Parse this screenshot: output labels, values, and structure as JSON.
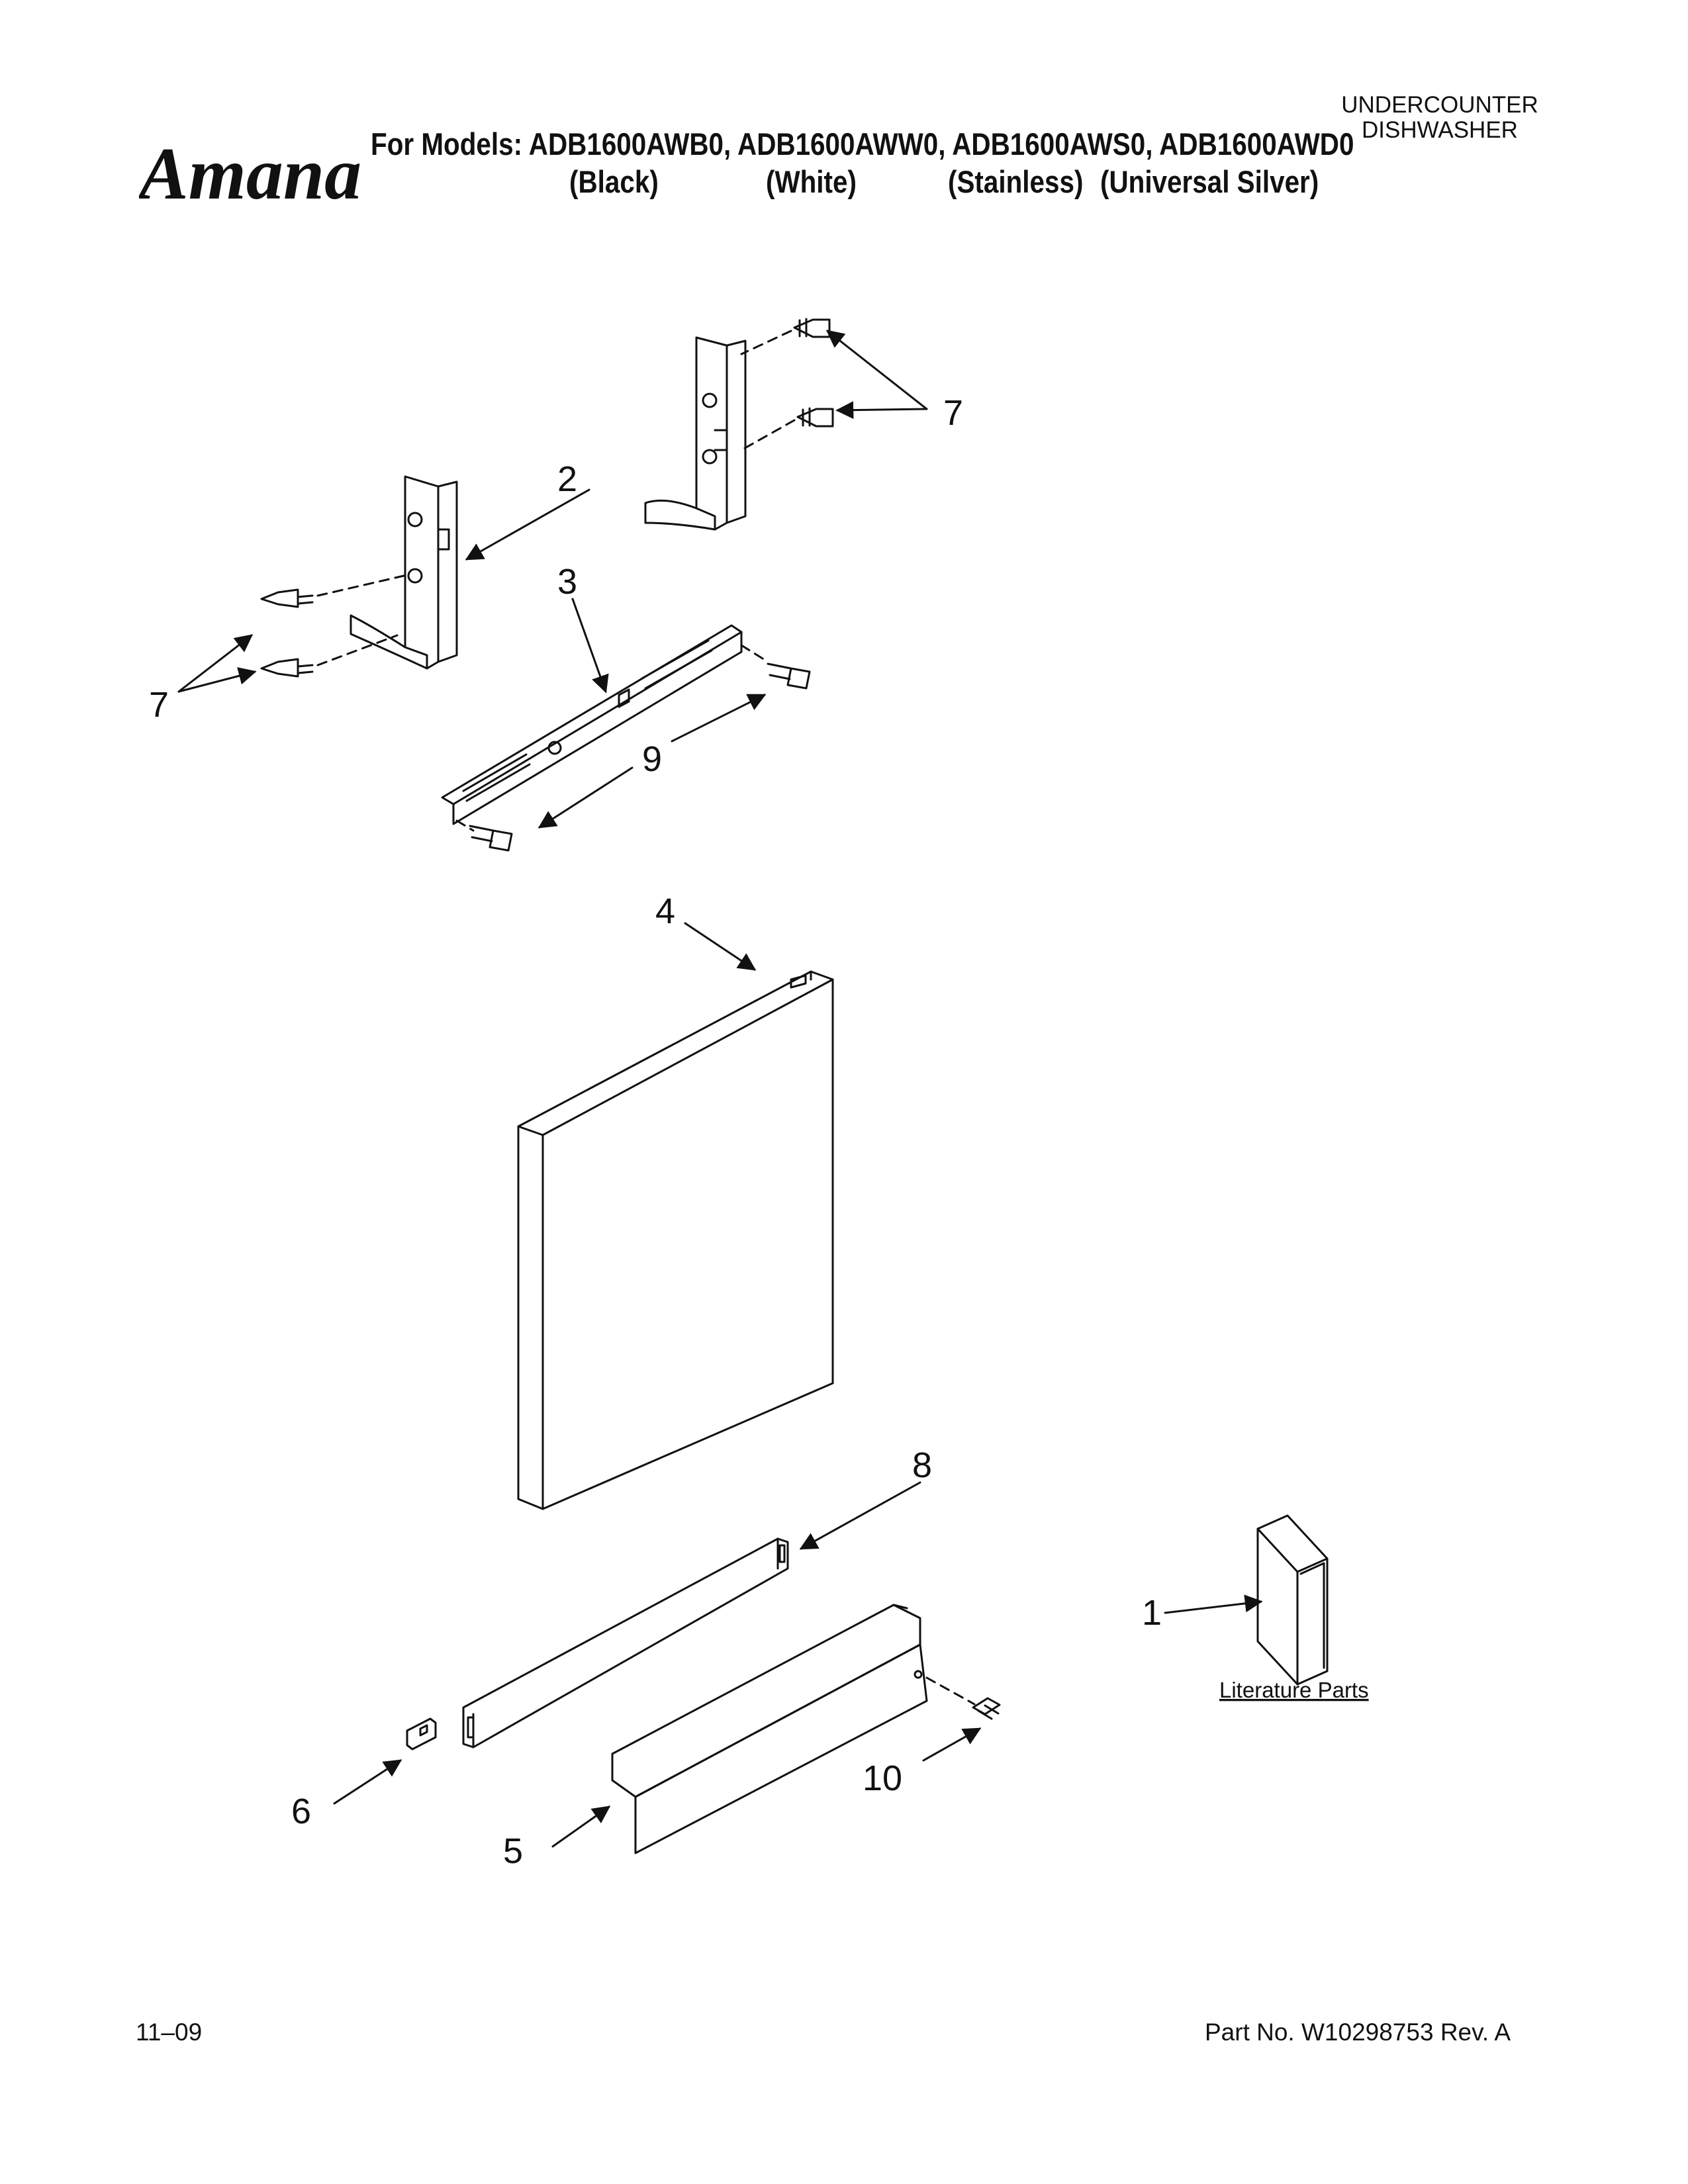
{
  "header": {
    "brand": "Amana",
    "models_line": "For Models: ADB1600AWB0, ADB1600AWW0, ADB1600AWS0, ADB1600AWD0",
    "variants": [
      "(Black)",
      "(White)",
      "(Stainless)",
      "(Universal Silver)"
    ],
    "product_type_line1": "UNDERCOUNTER",
    "product_type_line2": "DISHWASHER"
  },
  "callouts": {
    "c1": "1",
    "c2": "2",
    "c3": "3",
    "c4": "4",
    "c5": "5",
    "c6": "6",
    "c7a": "7",
    "c7b": "7",
    "c8": "8",
    "c9": "9",
    "c10": "10"
  },
  "literature_label": "Literature Parts",
  "footer": {
    "date": "11–09",
    "part_number": "Part No. W10298753 Rev. A"
  }
}
